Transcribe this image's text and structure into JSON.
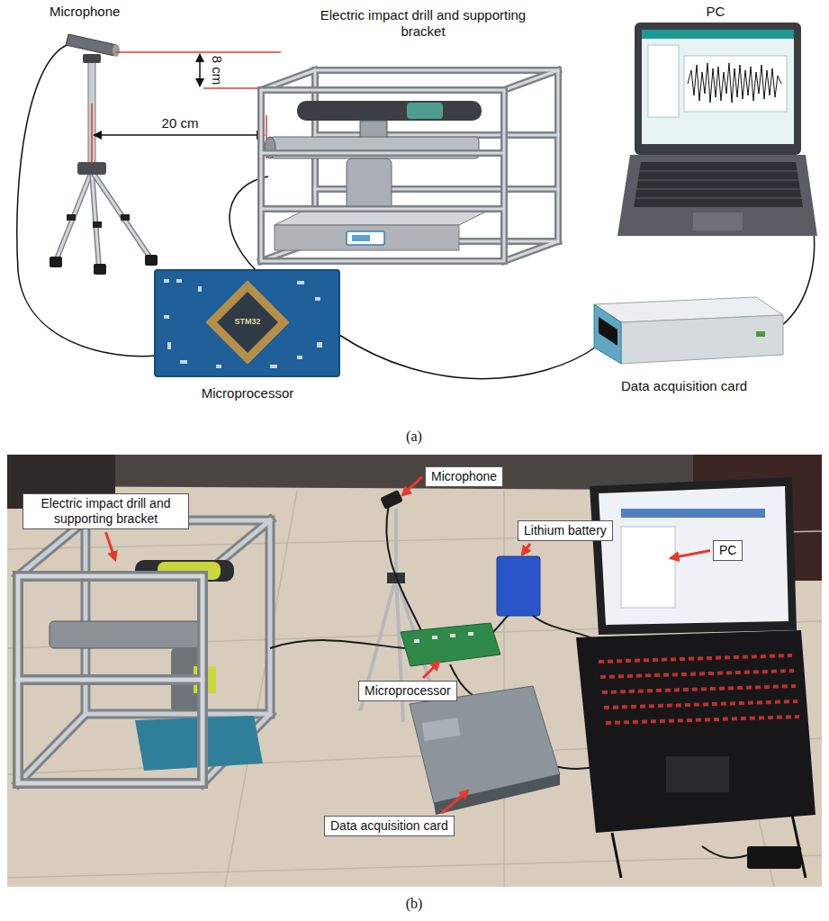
{
  "diagram": {
    "nodes": [
      {
        "text": [
          "Microphone"
        ]
      },
      {
        "text": [
          "Electric impact drill and supporting bracket"
        ]
      },
      {
        "text": [
          "Lithium battery"
        ]
      },
      {
        "text": [
          "PC"
        ]
      },
      {
        "text": [
          "Microprocessor"
        ]
      },
      {
        "text": [
          "Data acquisition card"
        ]
      }
    ],
    "labels": [
      "Microphone",
      "8 cm",
      "20 cm",
      "Electric impact drill and supporting bracket",
      "PC",
      "STM32",
      "Microprocessor",
      "Data acquisition card",
      "(a)",
      "(b)"
    ]
  }
}
